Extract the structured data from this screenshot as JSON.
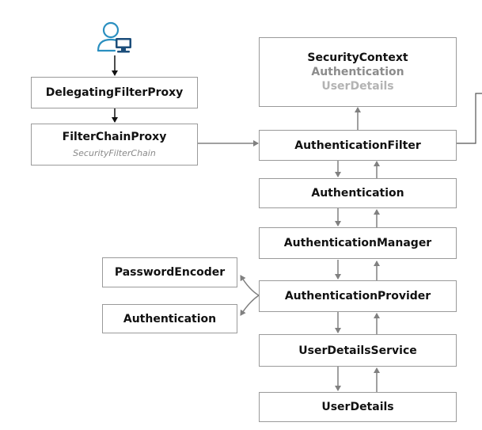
{
  "colors": {
    "arrow_dark": "#111111",
    "arrow_gray": "#808080",
    "box_border": "#9a9a9a",
    "icon_blue": "#2a8fc0",
    "icon_navy": "#1b4d7a"
  },
  "icons": {
    "user": "user-at-computer-icon"
  },
  "nodes": {
    "delegating_filter_proxy": "DelegatingFilterProxy",
    "filter_chain_proxy": {
      "title": "FilterChainProxy",
      "subtitle": "SecurityFilterChain"
    },
    "security_context": {
      "title": "SecurityContext",
      "line2": "Authentication",
      "line3": "UserDetails"
    },
    "authentication_filter": "AuthenticationFilter",
    "authentication": "Authentication",
    "authentication_manager": "AuthenticationManager",
    "authentication_provider": "AuthenticationProvider",
    "password_encoder": "PasswordEncoder",
    "provider_authentication": "Authentication",
    "user_details_service": "UserDetailsService",
    "user_details": "UserDetails"
  }
}
